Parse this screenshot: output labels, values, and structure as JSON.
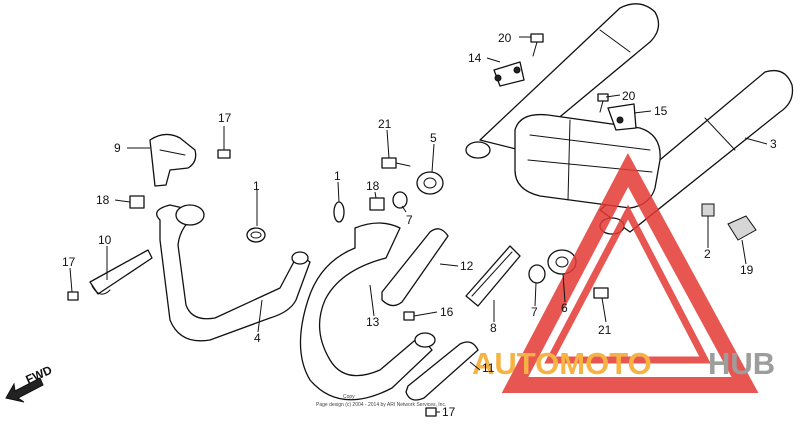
{
  "callouts": [
    {
      "id": "c20a",
      "text": "20"
    },
    {
      "id": "c14",
      "text": "14"
    },
    {
      "id": "c20b",
      "text": "20"
    },
    {
      "id": "c15",
      "text": "15"
    },
    {
      "id": "c3",
      "text": "3"
    },
    {
      "id": "c17a",
      "text": "17"
    },
    {
      "id": "c9",
      "text": "9"
    },
    {
      "id": "c1a",
      "text": "1"
    },
    {
      "id": "c18a",
      "text": "18"
    },
    {
      "id": "c10",
      "text": "10"
    },
    {
      "id": "c17b",
      "text": "17"
    },
    {
      "id": "c4",
      "text": "4"
    },
    {
      "id": "c21a",
      "text": "21"
    },
    {
      "id": "c5",
      "text": "5"
    },
    {
      "id": "c1b",
      "text": "1"
    },
    {
      "id": "c18b",
      "text": "18"
    },
    {
      "id": "c7a",
      "text": "7"
    },
    {
      "id": "c12",
      "text": "12"
    },
    {
      "id": "c13",
      "text": "13"
    },
    {
      "id": "c16",
      "text": "16"
    },
    {
      "id": "c8",
      "text": "8"
    },
    {
      "id": "c7b",
      "text": "7"
    },
    {
      "id": "c6",
      "text": "6"
    },
    {
      "id": "c21b",
      "text": "21"
    },
    {
      "id": "c2",
      "text": "2"
    },
    {
      "id": "c19",
      "text": "19"
    },
    {
      "id": "c11",
      "text": "11"
    },
    {
      "id": "c17c",
      "text": "17"
    }
  ],
  "direction_label": "FWD",
  "copyright": {
    "line1": "Copy",
    "line2": "Page design (c) 2004 - 2014 by ARI Network Services, Inc."
  },
  "watermark": {
    "word_left": "AUTOMOTO",
    "word_right": "HUB",
    "color_left": "#f5a623",
    "color_right": "#8c8c8c",
    "triangle_color": "#e53935"
  }
}
